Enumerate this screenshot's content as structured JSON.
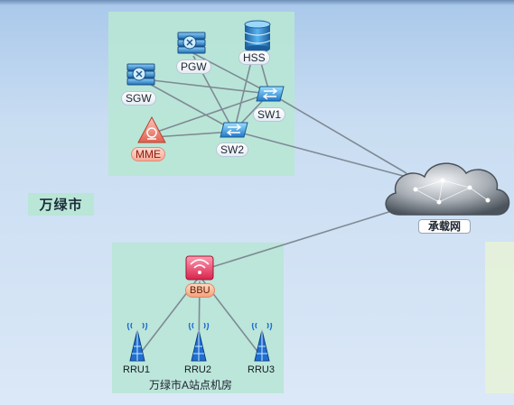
{
  "city_label": "万绿市",
  "site_caption": "万绿市A站点机房",
  "nodes": {
    "pgw": "PGW",
    "hss": "HSS",
    "sgw": "SGW",
    "sw1": "SW1",
    "sw2": "SW2",
    "mme": "MME",
    "cloud": "承载网",
    "bbu": "BBU",
    "rru1": "RRU1",
    "rru2": "RRU2",
    "rru3": "RRU3"
  },
  "colors": {
    "zone": "#b9e6d6",
    "link": "#7f8a94",
    "background": "#c9ddf2"
  },
  "icons": [
    "server-icon",
    "database-icon",
    "switch-icon",
    "mme-icon",
    "cloud-icon",
    "bbu-icon",
    "antenna-tower-icon"
  ]
}
